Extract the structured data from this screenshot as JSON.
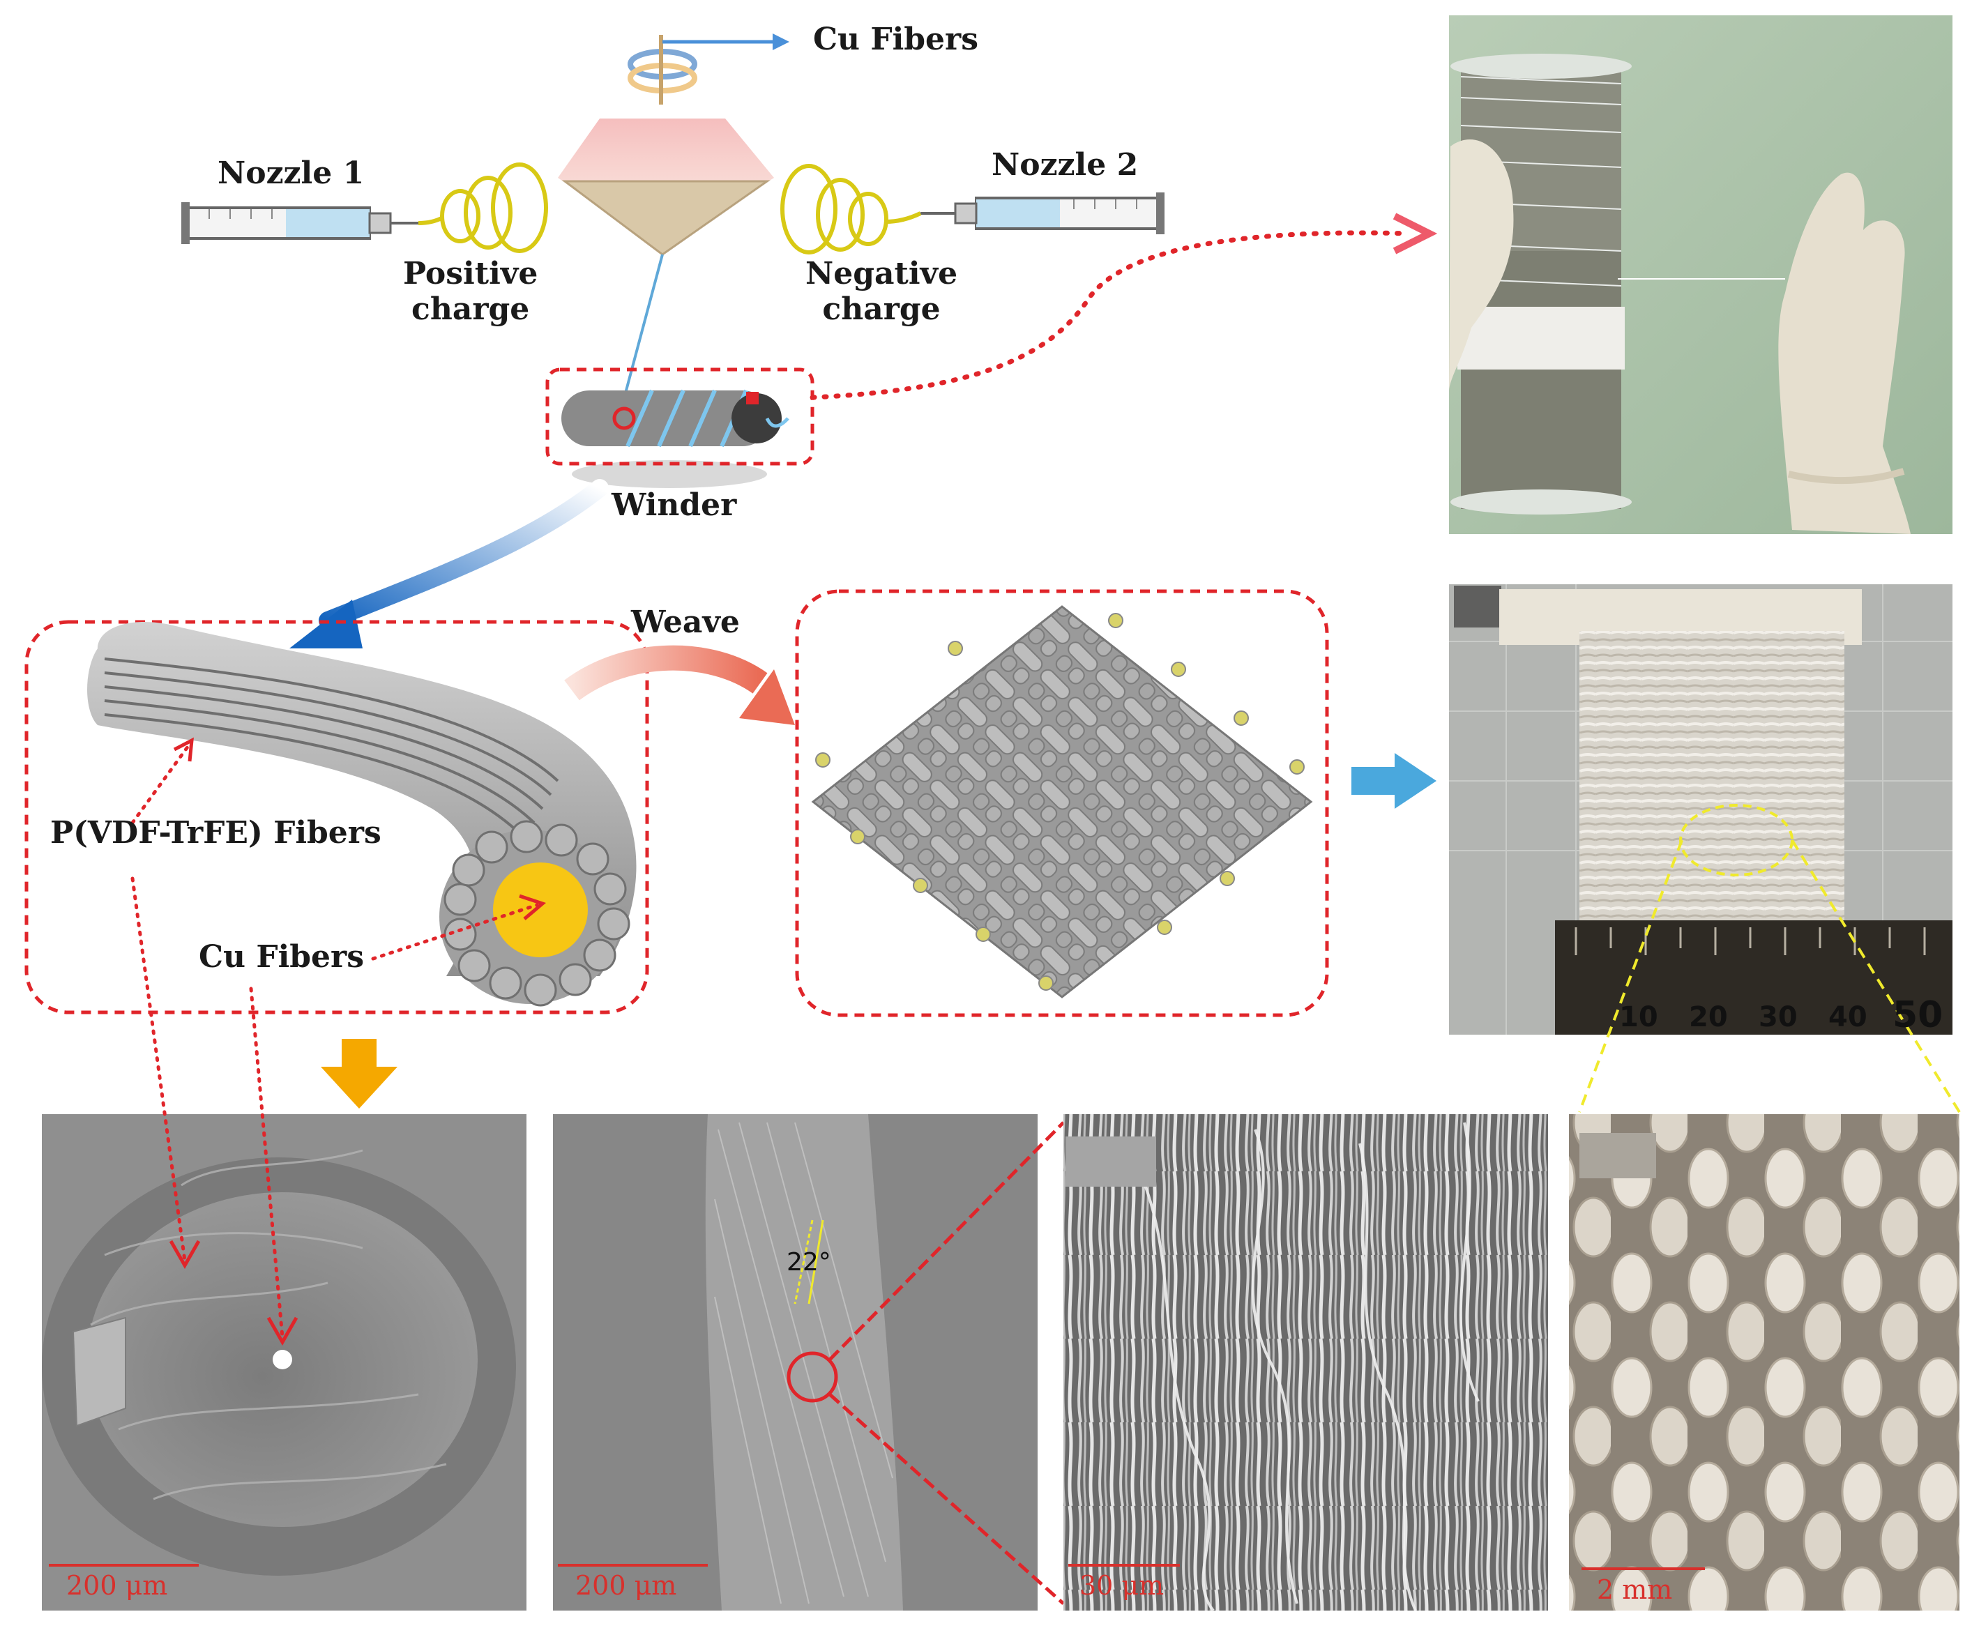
{
  "labels": {
    "cu_fibers_top": "Cu Fibers",
    "nozzle1": "Nozzle 1",
    "nozzle2": "Nozzle 2",
    "positive_charge": "Positive\ncharge",
    "negative_charge": "Negative\ncharge",
    "winder": "Winder",
    "weave": "Weave",
    "pvdf_fibers": "P(VDF-TrFE) Fibers",
    "cu_fibers_bottom": "Cu Fibers"
  },
  "sem": {
    "panel1_scale": "200 μm",
    "panel2_scale": "200 μm",
    "panel2_angle": "22°",
    "panel3_scale": "30 μm",
    "panel4_scale": "2 mm"
  },
  "ruler": {
    "ticks": [
      "10",
      "20",
      "30",
      "40",
      "50"
    ]
  },
  "colors": {
    "dashed_red": "#e0252a",
    "arrow_blue": "#4aa8dd",
    "arrow_orange": "#f5a800",
    "copper_core": "#f7c614",
    "fiber_gray": "#9e9e9e",
    "photo_green": "#a7c0a6",
    "sem_gray": "#8f8f8f"
  }
}
